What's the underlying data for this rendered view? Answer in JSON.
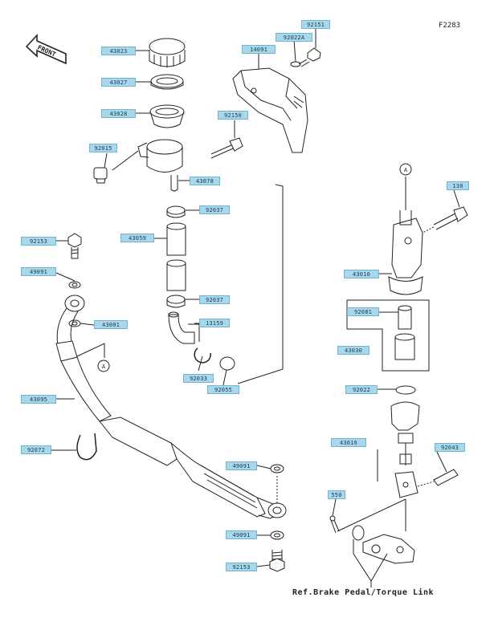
{
  "figure_code": "F2283",
  "front_label": "FRONT",
  "reference_note": "Ref.Brake Pedal/Torque Link",
  "callout_label": "A",
  "colors": {
    "label_fill": "#a9d8ec",
    "label_border": "#6fb6d3",
    "line": "#222222"
  },
  "parts": [
    {
      "id": "p1",
      "number": "43023"
    },
    {
      "id": "p2",
      "number": "43027"
    },
    {
      "id": "p3",
      "number": "43028"
    },
    {
      "id": "p4",
      "number": "92015"
    },
    {
      "id": "p5",
      "number": "43078"
    },
    {
      "id": "p6",
      "number": "92151"
    },
    {
      "id": "p7",
      "number": "92022A"
    },
    {
      "id": "p8",
      "number": "14091"
    },
    {
      "id": "p9",
      "number": "92150"
    },
    {
      "id": "p10",
      "number": "92037"
    },
    {
      "id": "p11",
      "number": "43059"
    },
    {
      "id": "p12",
      "number": "92037"
    },
    {
      "id": "p13",
      "number": "13159"
    },
    {
      "id": "p14",
      "number": "92033"
    },
    {
      "id": "p15",
      "number": "92055"
    },
    {
      "id": "p16",
      "number": "92153"
    },
    {
      "id": "p17",
      "number": "49091"
    },
    {
      "id": "p18",
      "number": "43001"
    },
    {
      "id": "p19",
      "number": "43095"
    },
    {
      "id": "p20",
      "number": "92072"
    },
    {
      "id": "p21",
      "number": "49091"
    },
    {
      "id": "p22",
      "number": "49091"
    },
    {
      "id": "p23",
      "number": "92153"
    },
    {
      "id": "p24",
      "number": "130"
    },
    {
      "id": "p25",
      "number": "43010"
    },
    {
      "id": "p26",
      "number": "92081"
    },
    {
      "id": "p27",
      "number": "43030"
    },
    {
      "id": "p28",
      "number": "92022"
    },
    {
      "id": "p29",
      "number": "43016"
    },
    {
      "id": "p30",
      "number": "92043"
    },
    {
      "id": "p31",
      "number": "550"
    }
  ]
}
